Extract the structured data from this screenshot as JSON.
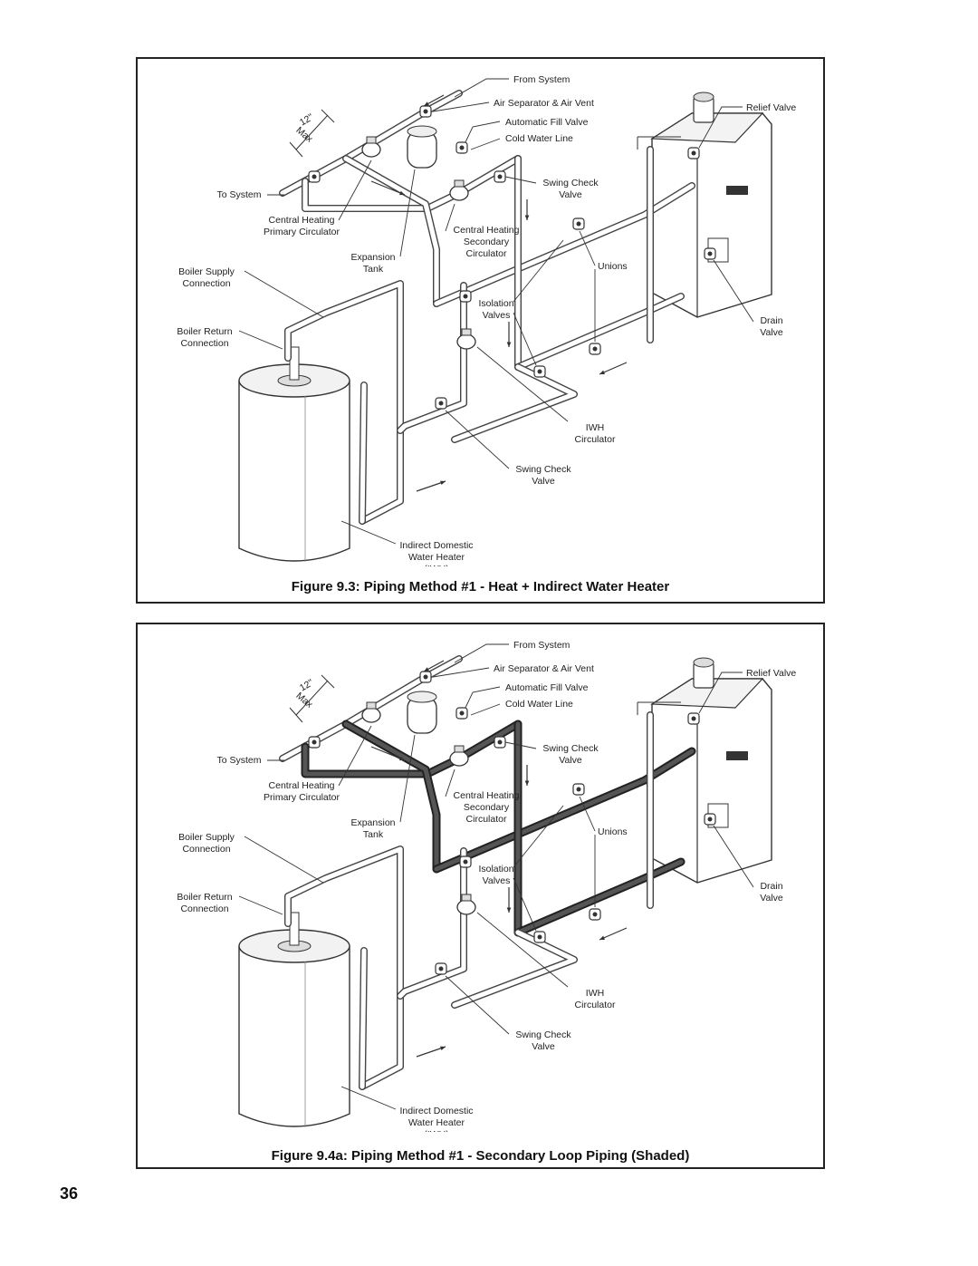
{
  "page_number": "36",
  "figures": [
    {
      "id": "fig93",
      "caption": "Figure 9.3:  Piping Method #1 - Heat + Indirect Water Heater",
      "shaded": false
    },
    {
      "id": "fig94a",
      "caption": "Figure 9.4a:  Piping Method #1 - Secondary Loop Piping (Shaded)",
      "shaded": true
    }
  ],
  "labels": {
    "from_system": "From System",
    "air_separator": "Air Separator & Air Vent",
    "auto_fill": "Automatic Fill Valve",
    "cold_water": "Cold Water Line",
    "relief_valve": "Relief Valve",
    "twelve": "12\"",
    "max": "Max",
    "to_system": "To System",
    "swing_check_1": "Swing Check",
    "swing_check_2": "Valve",
    "chp_1": "Central Heating",
    "chp_2": "Primary Circulator",
    "chs_1": "Central Heating",
    "chs_2": "Secondary",
    "chs_3": "Circulator",
    "exp_1": "Expansion",
    "exp_2": "Tank",
    "unions": "Unions",
    "bs_1": "Boiler Supply",
    "bs_2": "Connection",
    "br_1": "Boiler Return",
    "br_2": "Connection",
    "iso_1": "Isolation",
    "iso_2": "Valves",
    "drain_1": "Drain",
    "drain_2": "Valve",
    "iwh_1": "IWH",
    "iwh_2": "Circulator",
    "swing2_1": "Swing Check",
    "swing2_2": "Valve",
    "idwh_1": "Indirect Domestic",
    "idwh_2": "Water Heater",
    "idwh_3": "(IWH)"
  },
  "colors": {
    "border": "#222222",
    "pipe": "#444444",
    "shaded_pipe": "#222222"
  }
}
